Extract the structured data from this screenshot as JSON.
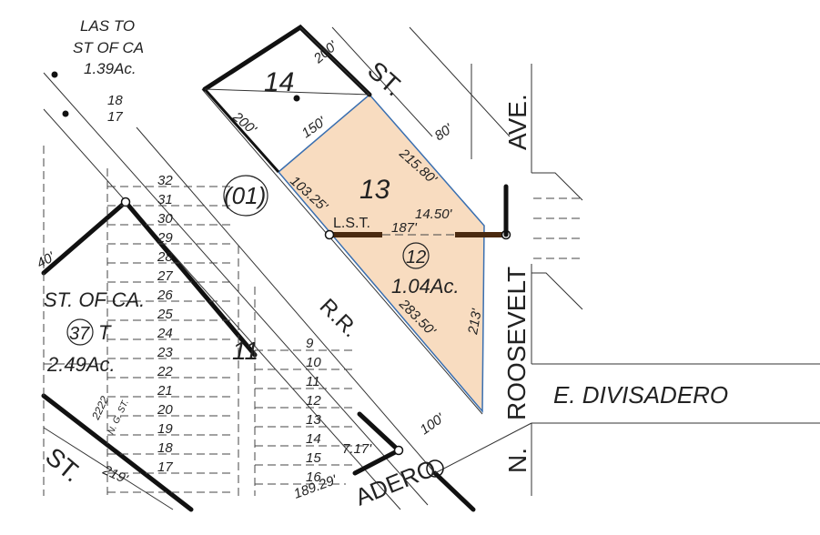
{
  "colors": {
    "highlight_fill": "#f8dcc0",
    "highlight_stroke": "#3a6fb0",
    "lst_line": "#4a2a10"
  },
  "parcels": {
    "p13": "13",
    "p14": "14",
    "p11": "11",
    "p01": "(01)",
    "p12": "12",
    "p12_area": "1.04Ac.",
    "p37": "37",
    "p37_suffix": "T",
    "p37_area": "2.49Ac."
  },
  "owners": {
    "st_of_ca_top": "ST OF CA",
    "st_of_ca_mid": "ST. OF CA.",
    "las_top": "LAS TO"
  },
  "areas": {
    "top_left": "1.39Ac."
  },
  "dimensions": {
    "d200_a": "200'",
    "d200_b": "200'",
    "d150": "150'",
    "d80": "80'",
    "d215": "215.80'",
    "d103": "103.25'",
    "d1450": "14.50'",
    "d187": "187'",
    "d28350": "283.50'",
    "d213": "213'",
    "d100": "100'",
    "d717": "7.17'",
    "d18929": "189.29'",
    "d219": "219'",
    "d40": "40'",
    "d2222": "2222"
  },
  "streets": {
    "st_top": "ST.",
    "ave": "AVE.",
    "roosevelt": "ROOSEVELT",
    "rr": "R.R.",
    "e_divisadero": "E. DIVISADERO",
    "n": "N.",
    "st_left": "ST.",
    "adero": "ADERO",
    "ng_st": "N. G. ST.",
    "lst": "L.S.T."
  },
  "lots": {
    "col_left": [
      "32",
      "31",
      "30",
      "29",
      "28",
      "27",
      "26",
      "25",
      "24",
      "23",
      "22",
      "21",
      "20",
      "19",
      "18",
      "17"
    ],
    "col_right": [
      "9",
      "10",
      "11",
      "12",
      "13",
      "14",
      "15",
      "16"
    ],
    "top_small": [
      "18",
      "17"
    ]
  }
}
